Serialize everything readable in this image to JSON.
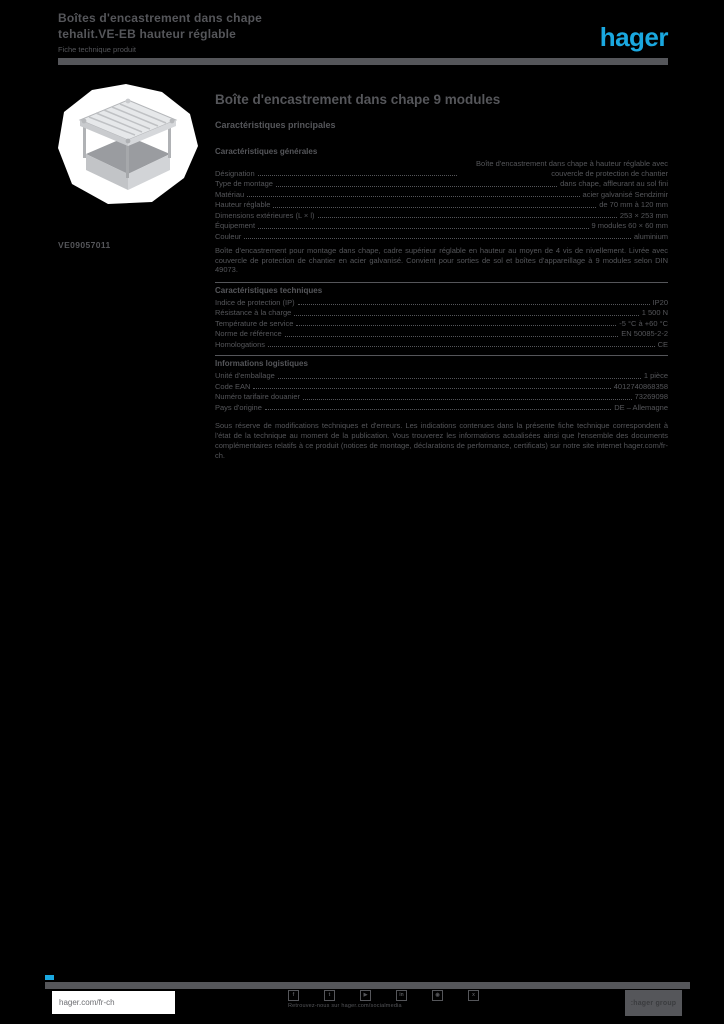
{
  "colors": {
    "background": "#000000",
    "text_gray": "#55565a",
    "hager_blue": "#1aa8e0",
    "box_white": "#ffffff"
  },
  "header": {
    "title_line1": "Boîtes d'encastrement dans chape",
    "title_line2": "tehalit.VE-EB hauteur réglable",
    "subtitle": "Fiche technique produit",
    "logo_text": "hager"
  },
  "product": {
    "reference": "VE09057011"
  },
  "main": {
    "title": "Boîte d'encastrement dans chape 9 modules",
    "subheading": "Caractéristiques principales",
    "sections": [
      {
        "heading": "Caractéristiques générales",
        "rows": [
          {
            "label": "Désignation",
            "value": "Boîte d'encastrement dans chape à hauteur réglable avec couvercle de protection de chantier"
          },
          {
            "label": "Type de montage",
            "value": "dans chape, affleurant au sol fini"
          },
          {
            "label": "Matériau",
            "value": "acier galvanisé Sendzimir"
          },
          {
            "label": "Hauteur réglable",
            "value": "de 70 mm à 120 mm"
          },
          {
            "label": "Dimensions extérieures (L × l)",
            "value": "253 × 253 mm"
          },
          {
            "label": "Équipement",
            "value": "9 modules 60 × 60 mm"
          },
          {
            "label": "Couleur",
            "value": "aluminium"
          }
        ]
      },
      {
        "paragraph": "Boîte d'encastrement pour montage dans chape, cadre supérieur réglable en hauteur au moyen de 4 vis de nivellement. Livrée avec couvercle de protection de chantier en acier galvanisé. Convient pour sorties de sol et boîtes d'appareillage à 9 modules selon DIN 49073."
      },
      {
        "heading": "Caractéristiques techniques",
        "rows": [
          {
            "label": "Indice de protection (IP)",
            "value": "IP20"
          },
          {
            "label": "Résistance à la charge",
            "value": "1 500 N"
          },
          {
            "label": "Température de service",
            "value": "-5 °C à +60 °C"
          },
          {
            "label": "Norme de référence",
            "value": "EN 50085-2-2"
          },
          {
            "label": "Homologations",
            "value": "CE"
          }
        ]
      },
      {
        "heading": "Informations logistiques",
        "rows": [
          {
            "label": "Unité d'emballage",
            "value": "1 pièce"
          },
          {
            "label": "Code EAN",
            "value": "4012740868358"
          },
          {
            "label": "Numéro tarifaire douanier",
            "value": "73269098"
          },
          {
            "label": "Pays d'origine",
            "value": "DE – Allemagne"
          }
        ]
      },
      {
        "note": "Sous réserve de modifications techniques et d'erreurs. Les indications contenues dans la présente fiche technique correspondent à l'état de la technique au moment de la publication. Vous trouverez les informations actualisées ainsi que l'ensemble des documents complémentaires relatifs à ce produit (notices de montage, déclarations de performance, certificats) sur notre site internet hager.com/fr-ch."
      }
    ]
  },
  "footer": {
    "website": "hager.com/fr-ch",
    "social_caption": "Retrouvez-nous sur hager.com/socialmedia",
    "social_icons": [
      {
        "name": "facebook-icon",
        "glyph": "f"
      },
      {
        "name": "twitter-icon",
        "glyph": "t"
      },
      {
        "name": "youtube-icon",
        "glyph": "▶"
      },
      {
        "name": "linkedin-icon",
        "glyph": "in"
      },
      {
        "name": "instagram-icon",
        "glyph": "◉"
      },
      {
        "name": "xing-icon",
        "glyph": "x"
      }
    ],
    "group_label": ":hager group"
  }
}
